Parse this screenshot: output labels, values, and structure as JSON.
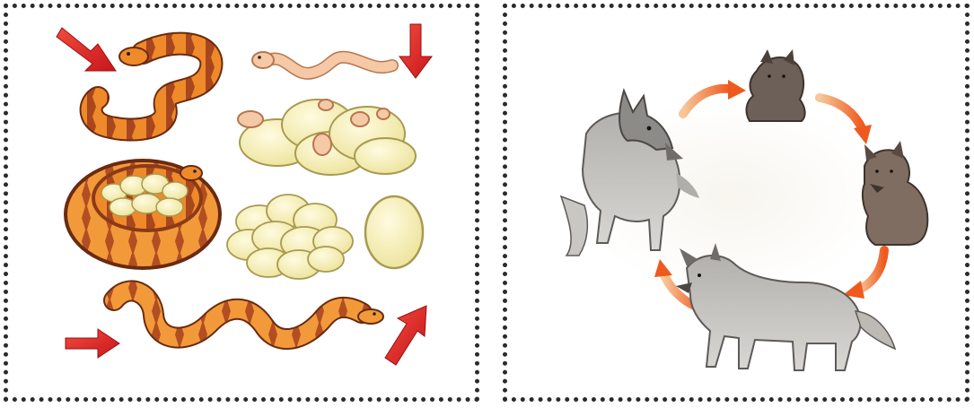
{
  "panels": [
    {
      "id": "snake-life-cycle",
      "stages": [
        "adult-snake",
        "hatchling-snake",
        "hatching-eggs",
        "snake-coiled-on-eggs",
        "egg-clutch",
        "single-egg",
        "juvenile-snake"
      ]
    },
    {
      "id": "wolf-life-cycle",
      "stages": [
        "adult-wolf",
        "newborn-pup",
        "young-pup",
        "juvenile-wolf"
      ]
    }
  ],
  "colors": {
    "arrow_red": "#e8262a",
    "arrow_orange": "#f07a2a",
    "snake_orange": "#ef8a2a",
    "snake_band": "#a8461e",
    "hatchling_pink": "#f6c9a6",
    "egg_cream": "#f4efb8",
    "wolf_gray": "#9c9a98",
    "wolf_dark": "#5d5a58",
    "pup_brown": "#7a6a60",
    "dotted_border": "#2b2b2b"
  }
}
